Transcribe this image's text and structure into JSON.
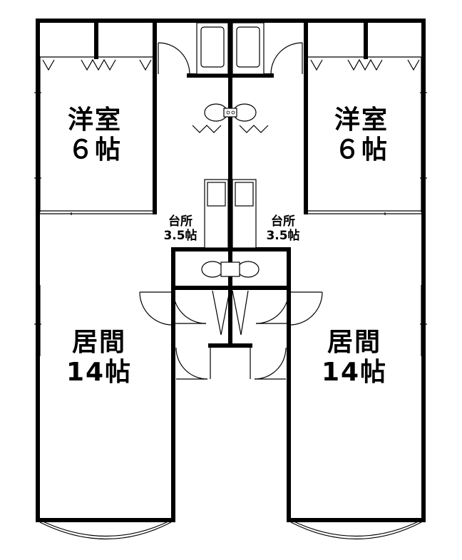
{
  "rooms": {
    "western_left": {
      "name": "洋室",
      "size": "６帖"
    },
    "western_right": {
      "name": "洋室",
      "size": "６帖"
    },
    "kitchen_left": {
      "name": "台所",
      "size": "3.5帖"
    },
    "kitchen_right": {
      "name": "台所",
      "size": "3.5帖"
    },
    "living_left": {
      "name": "居間",
      "size": "14帖"
    },
    "living_right": {
      "name": "居間",
      "size": "14帖"
    }
  }
}
